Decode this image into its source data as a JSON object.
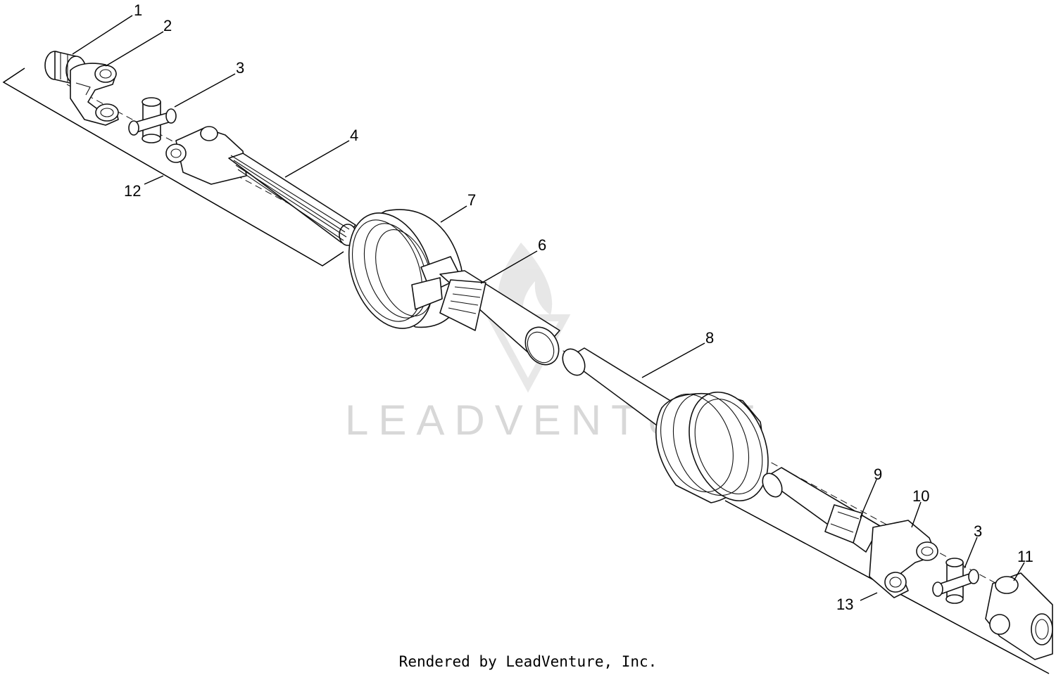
{
  "watermark": {
    "text": "LEADVENTURE",
    "color": "#c8c8c8"
  },
  "credit": "Rendered by LeadVenture, Inc.",
  "callouts": [
    {
      "id": "c1",
      "label": "1"
    },
    {
      "id": "c2",
      "label": "2"
    },
    {
      "id": "c3a",
      "label": "3"
    },
    {
      "id": "c4",
      "label": "4"
    },
    {
      "id": "c7",
      "label": "7"
    },
    {
      "id": "c6",
      "label": "6"
    },
    {
      "id": "c12",
      "label": "12"
    },
    {
      "id": "c8",
      "label": "8"
    },
    {
      "id": "c9",
      "label": "9"
    },
    {
      "id": "c10",
      "label": "10"
    },
    {
      "id": "c3b",
      "label": "3"
    },
    {
      "id": "c11",
      "label": "11"
    },
    {
      "id": "c13",
      "label": "13"
    }
  ]
}
